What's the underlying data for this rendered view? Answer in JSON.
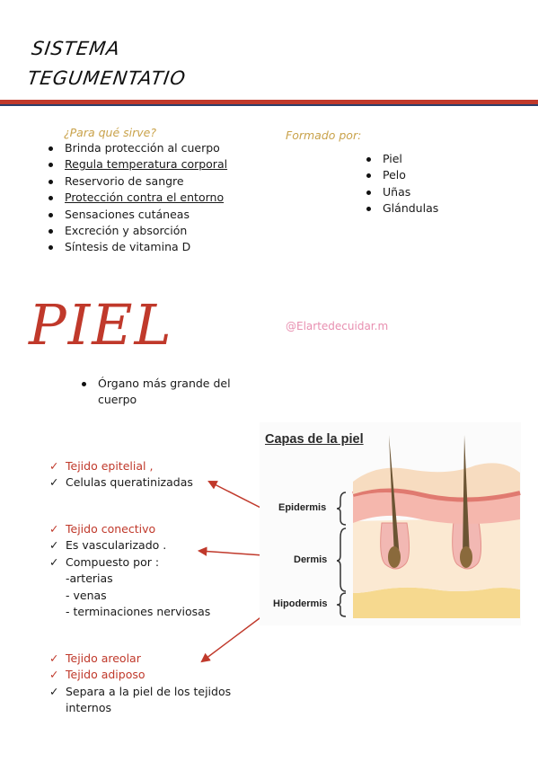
{
  "title": {
    "line1": "SISTEMA",
    "line2": "TEGUMENTATIO"
  },
  "uses": {
    "heading": "¿Para qué sirve?",
    "items": [
      "Brinda protección al cuerpo",
      "Regula temperatura corporal",
      "Reservorio de sangre",
      "Protección contra el entorno",
      "Sensaciones cutáneas",
      "Excreción y absorción",
      "Síntesis de vitamina D"
    ]
  },
  "formed": {
    "heading": "Formado por:",
    "items": [
      "Piel",
      "Pelo",
      "Uñas",
      "Glándulas"
    ]
  },
  "piel": {
    "title": "PIEL",
    "handle": "@Elartedecuidar.m",
    "note_line1": "Órgano más grande del",
    "note_line2": "cuerpo"
  },
  "epithelial": {
    "mark": "✓",
    "line1": "Tejido epitelial ,",
    "line2": "Celulas queratinizadas"
  },
  "connective": {
    "mark": "✓",
    "line1": "Tejido conectivo",
    "line2": " Es vascularizado .",
    "line3": "Compuesto por :",
    "sub1": "-arterias",
    "sub2": "- venas",
    "sub3": "- terminaciones nerviosas"
  },
  "areolar": {
    "mark": "✓",
    "line1": "Tejido areolar",
    "line2": "Tejido adiposo",
    "line3": "Separa a la piel de los tejidos",
    "line4": "internos"
  },
  "diagram": {
    "title": "Capas de la piel",
    "epidermis": "Epidermis",
    "dermis": "Dermis",
    "hipodermis": "Hipodermis"
  },
  "colors": {
    "accent_red": "#c0392b",
    "accent_blue": "#2c3e6b",
    "heading_gold": "#c9a24a",
    "handle_pink": "#e88fb0"
  }
}
